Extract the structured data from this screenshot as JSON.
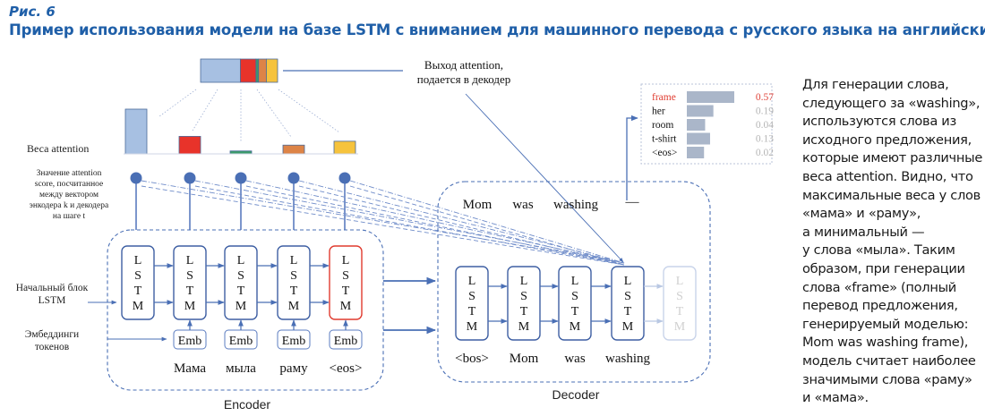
{
  "figure": {
    "label": "Рис. 6",
    "title": "Пример использования модели на базе LSTM с вниманием для машинного перевода с русского языка на английский"
  },
  "colors": {
    "title_blue": "#1f5fa8",
    "diagram_blue": "#4a6fb5",
    "highlight_red": "#e03b2f",
    "weight_colors": [
      "#a7c0e2",
      "#e8332a",
      "#3a9a6a",
      "#dd8447",
      "#f6c33d"
    ]
  },
  "labels": {
    "attention_output": [
      "Выход attention,",
      "подается в декодер"
    ],
    "attention_weights": "Веса attention",
    "attention_score": [
      "Значение attention",
      "score, посчитанное",
      "между вектором",
      "энкодера k и декодера",
      "на шаге t"
    ],
    "initial_block": [
      "Начальный блок",
      "LSTM"
    ],
    "token_embeddings": [
      "Эмбеддинги",
      "токенов"
    ],
    "encoder": "Encoder",
    "decoder": "Decoder",
    "lstm_letters": [
      "L",
      "S",
      "T",
      "M"
    ],
    "emb": "Emb",
    "cursor": "—"
  },
  "encoder": {
    "tokens": [
      "Мама",
      "мыла",
      "раму",
      "<eos>"
    ],
    "highlighted_cell": 4
  },
  "decoder": {
    "input_tokens": [
      "<bos>",
      "Mom",
      "was",
      "washing"
    ],
    "output_tokens": [
      "Mom",
      "was",
      "washing"
    ],
    "faded_cell": 4
  },
  "attention_weights_bars": [
    0.46,
    0.18,
    0.03,
    0.09,
    0.13
  ],
  "chart_data": {
    "type": "bar",
    "title": "Output distribution",
    "orientation": "horizontal",
    "categories": [
      "frame",
      "her",
      "room",
      "t-shirt",
      "<eos>"
    ],
    "values": [
      0.57,
      0.19,
      0.04,
      0.13,
      0.02
    ],
    "value_labels": [
      "0.57",
      "0.19",
      "0.04",
      "0.13",
      "0.02"
    ],
    "highlighted": "frame"
  },
  "side_text": [
    "Для генерации слова,",
    "следующего за «washing»,",
    "используются слова из",
    "исходного предложения,",
    "которые имеют различные",
    "веса attention. Видно, что",
    "максимальные веса у слов",
    "«мама» и «раму»,",
    "а минимальный —",
    "у слова «мыла». Таким",
    "образом, при генерации",
    "слова «frame» (полный",
    "перевод предложения,",
    "генерируемый моделью:",
    "Mom was washing frame),",
    "модель считает наиболее",
    "значимыми слова «раму»",
    "и «мама»."
  ]
}
